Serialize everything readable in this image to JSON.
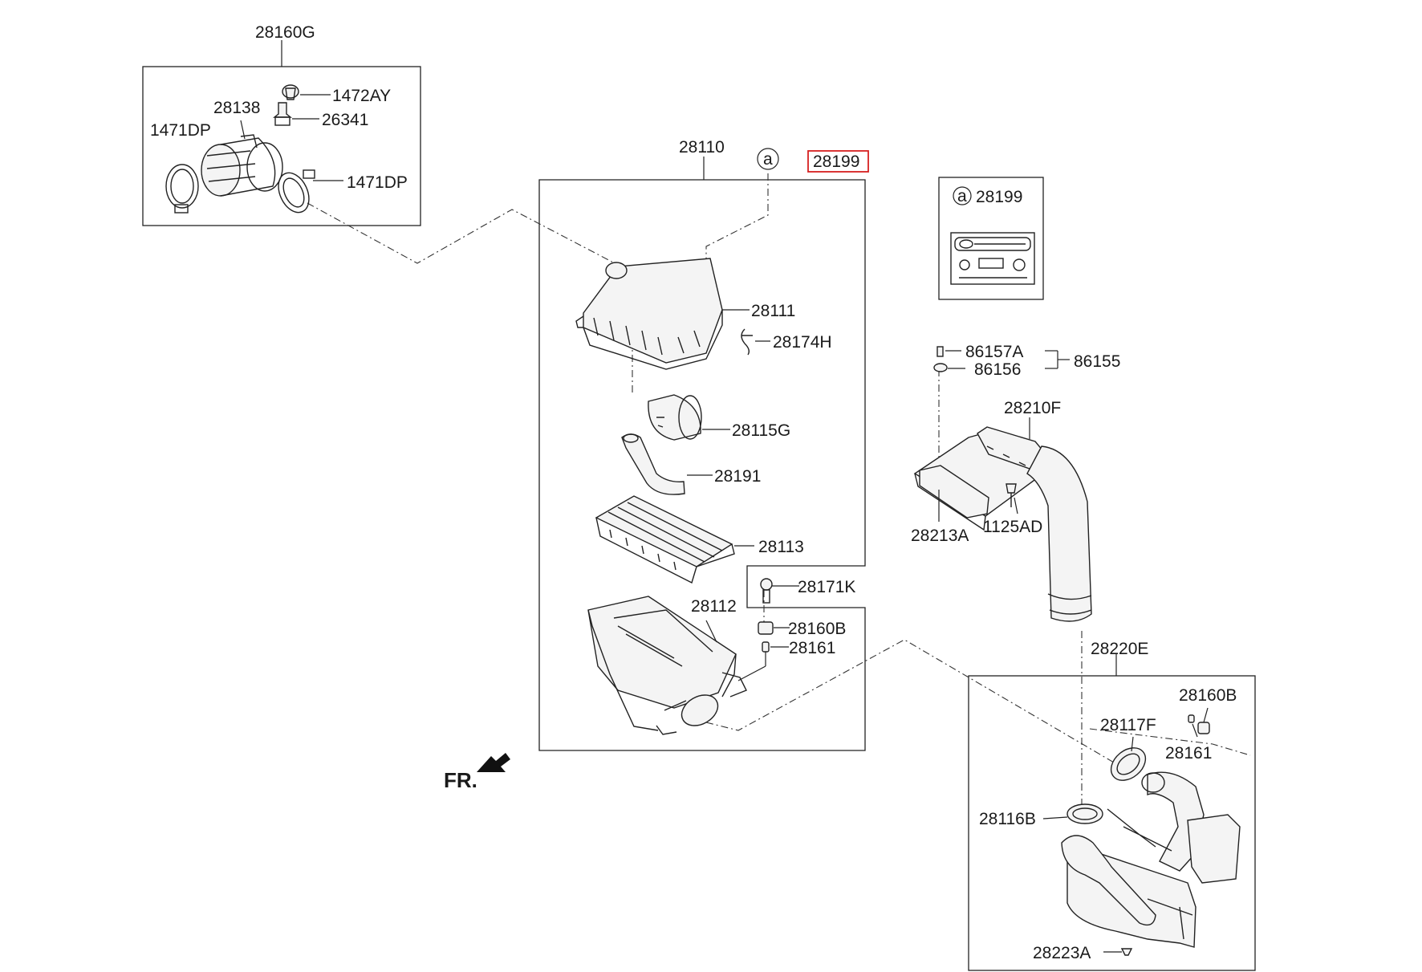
{
  "labels": {
    "p28160G": "28160G",
    "p1472AY": "1472AY",
    "p28138": "28138",
    "p26341": "26341",
    "p1471DP_left": "1471DP",
    "p1471DP_right": "1471DP",
    "p28110": "28110",
    "callout_a": "a",
    "p28199_highlight": "28199",
    "legend_a": "a",
    "legend_28199": "28199",
    "p28111": "28111",
    "p28174H": "28174H",
    "p28115G": "28115G",
    "p28191": "28191",
    "p28113": "28113",
    "p28171K": "28171K",
    "p28112": "28112",
    "p28160B_mid": "28160B",
    "p28161_mid": "28161",
    "p86157A": "86157A",
    "p86156": "86156",
    "p86155": "86155",
    "p28210F": "28210F",
    "p28213A": "28213A",
    "p1125AD": "1125AD",
    "p28220E": "28220E",
    "p28160B_right": "28160B",
    "p28117F": "28117F",
    "p28161_right": "28161",
    "p28116B": "28116B",
    "p28223A": "28223A",
    "fr": "FR."
  },
  "colors": {
    "line": "#222222",
    "highlight": "#d62020",
    "background": "#ffffff"
  }
}
